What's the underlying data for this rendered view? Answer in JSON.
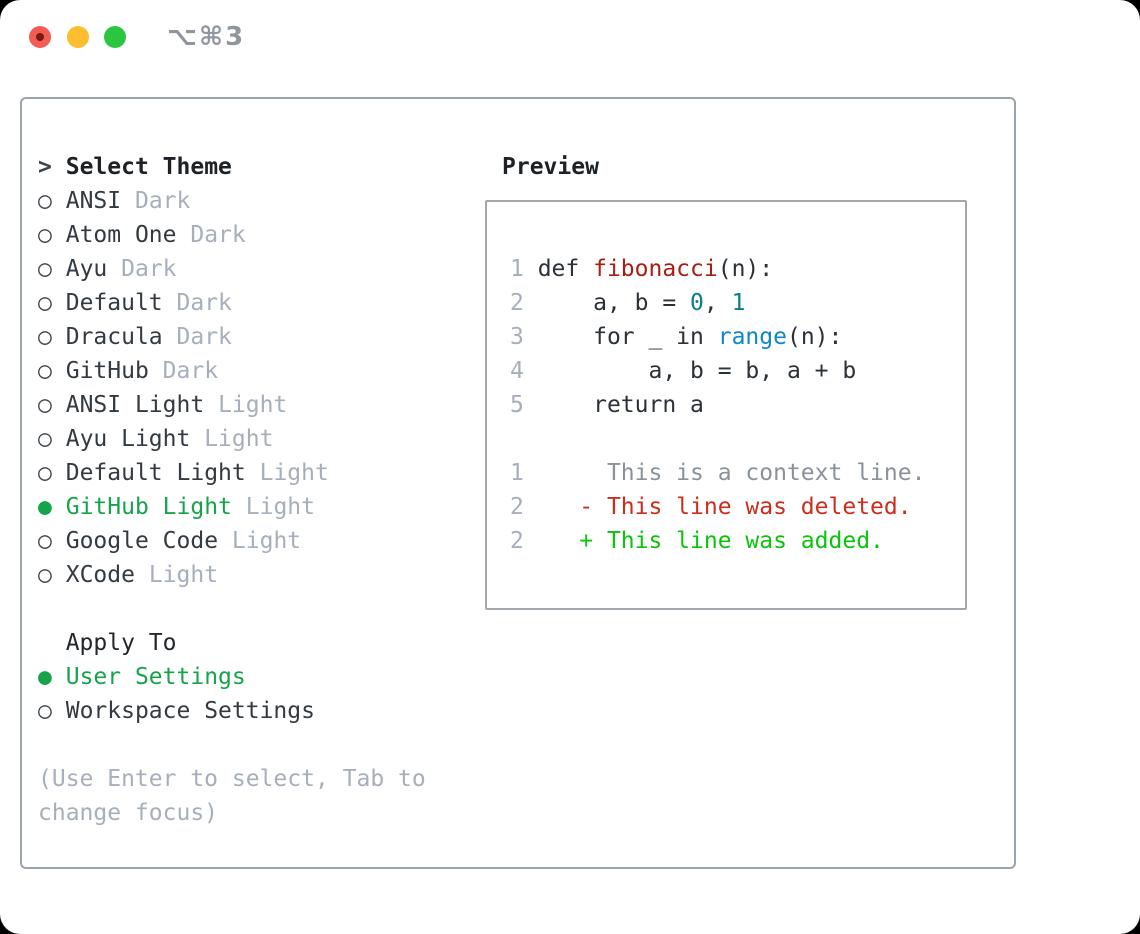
{
  "titlebar": {
    "title": "⌥⌘3"
  },
  "theme_panel": {
    "header": {
      "marker": ">",
      "label": "Select Theme"
    },
    "markers": {
      "unselected": "○",
      "selected": "●"
    },
    "themes": [
      {
        "name": "ANSI",
        "badge": "Dark",
        "selected": false
      },
      {
        "name": "Atom One",
        "badge": "Dark",
        "selected": false
      },
      {
        "name": "Ayu",
        "badge": "Dark",
        "selected": false
      },
      {
        "name": "Default",
        "badge": "Dark",
        "selected": false
      },
      {
        "name": "Dracula",
        "badge": "Dark",
        "selected": false
      },
      {
        "name": "GitHub",
        "badge": "Dark",
        "selected": false
      },
      {
        "name": "ANSI Light",
        "badge": "Light",
        "selected": false
      },
      {
        "name": "Ayu Light",
        "badge": "Light",
        "selected": false
      },
      {
        "name": "Default Light",
        "badge": "Light",
        "selected": false
      },
      {
        "name": "GitHub Light",
        "badge": "Light",
        "selected": true
      },
      {
        "name": "Google Code",
        "badge": "Light",
        "selected": false
      },
      {
        "name": "XCode",
        "badge": "Light",
        "selected": false
      }
    ]
  },
  "apply_to": {
    "header": "Apply To",
    "options": [
      {
        "name": "User Settings",
        "selected": true
      },
      {
        "name": "Workspace Settings",
        "selected": false
      }
    ]
  },
  "help_text": "(Use Enter to select, Tab to change focus)",
  "preview": {
    "header": "Preview",
    "lines": [
      [
        {
          "t": "1 ",
          "c": "ln"
        },
        {
          "t": "def ",
          "c": "kw"
        },
        {
          "t": "fibonacci",
          "c": "fn"
        },
        {
          "t": "(n):",
          "c": "pl"
        }
      ],
      [
        {
          "t": "2 ",
          "c": "ln"
        },
        {
          "t": "    a, b = ",
          "c": "pl"
        },
        {
          "t": "0",
          "c": "num"
        },
        {
          "t": ", ",
          "c": "pl"
        },
        {
          "t": "1",
          "c": "num"
        }
      ],
      [
        {
          "t": "3 ",
          "c": "ln"
        },
        {
          "t": "    for _ in ",
          "c": "pl"
        },
        {
          "t": "range",
          "c": "bi"
        },
        {
          "t": "(n):",
          "c": "pl"
        }
      ],
      [
        {
          "t": "4 ",
          "c": "ln"
        },
        {
          "t": "        a, b = b, a + b",
          "c": "pl"
        }
      ],
      [
        {
          "t": "5 ",
          "c": "ln"
        },
        {
          "t": "    return a",
          "c": "pl"
        }
      ],
      [],
      [
        {
          "t": "1 ",
          "c": "ln"
        },
        {
          "t": "     This is a context line.",
          "c": "ctx"
        }
      ],
      [
        {
          "t": "2 ",
          "c": "ln"
        },
        {
          "t": "   - This line was deleted.",
          "c": "del"
        }
      ],
      [
        {
          "t": "2 ",
          "c": "ln"
        },
        {
          "t": "   + This line was added.",
          "c": "add"
        }
      ]
    ]
  },
  "colors": {
    "selected_green": "#17a34b",
    "added_green": "#0bc40b",
    "deleted_red": "#cb2e1c",
    "function_red": "#a91e14",
    "number_teal": "#0d7d8c",
    "builtin_blue": "#0e87c7",
    "muted_gray": "#a6afbb",
    "context_gray": "#8a929b",
    "text_dark": "#2a3138",
    "traffic_close": "#f25c54",
    "traffic_close_dot": "#7c1810",
    "traffic_minimize": "#fcbd2f",
    "traffic_zoom": "#2bc53f"
  }
}
